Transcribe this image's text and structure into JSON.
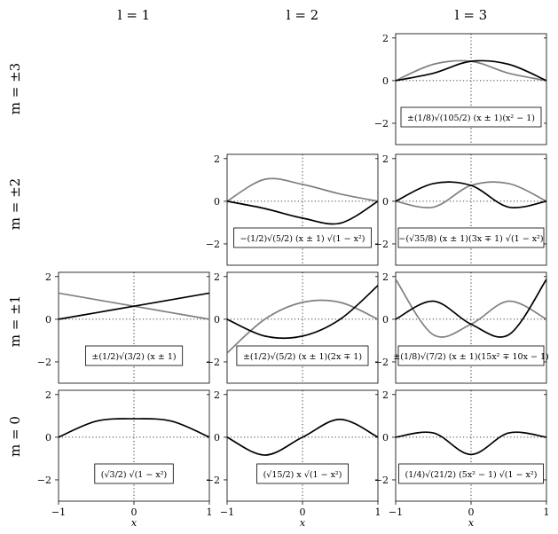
{
  "figure": {
    "column_headers": [
      "l = 1",
      "l = 2",
      "l = 3"
    ],
    "row_headers": [
      "m = ±3",
      "m = ±2",
      "m = ±1",
      "m = 0"
    ],
    "xlabel": "x",
    "colors": {
      "series_plus": "#000000",
      "series_minus": "#808080",
      "frame": "#000000",
      "reference": "#000000"
    }
  },
  "chart_data": [
    {
      "id": "l3m3",
      "l": 3,
      "m": 3,
      "type": "line",
      "x": [
        -1,
        -0.5,
        0,
        0.5,
        1
      ],
      "xlim": [
        -1,
        1
      ],
      "ylim": [
        -3,
        2.2
      ],
      "yticks": [
        -2,
        0,
        2
      ],
      "xticks": [],
      "grid": false,
      "formula": "±(1/8)√(105/2) (x ± 1)(x² − 1)",
      "series": [
        {
          "color": "#000000",
          "values": [
            0,
            0.345,
            0.906,
            0.765,
            0
          ]
        },
        {
          "color": "#808080",
          "values": [
            0,
            0.765,
            0.906,
            0.345,
            0
          ]
        }
      ]
    },
    {
      "id": "l2m2",
      "l": 2,
      "m": 2,
      "type": "line",
      "x": [
        -1,
        -0.5,
        0,
        0.5,
        1
      ],
      "xlim": [
        -1,
        1
      ],
      "ylim": [
        -3,
        2.2
      ],
      "yticks": [
        -2,
        0,
        2
      ],
      "xticks": [],
      "grid": false,
      "formula": "−(1/2)√(5/2) (x ± 1) √(1 − x²)",
      "series": [
        {
          "color": "#000000",
          "values": [
            0,
            -0.342,
            -0.79,
            -1.03,
            0
          ]
        },
        {
          "color": "#808080",
          "values": [
            0,
            1.03,
            0.79,
            0.342,
            0
          ]
        }
      ]
    },
    {
      "id": "l3m2",
      "l": 3,
      "m": 2,
      "type": "line",
      "x": [
        -1,
        -0.5,
        0,
        0.5,
        1
      ],
      "xlim": [
        -1,
        1
      ],
      "ylim": [
        -3,
        2.2
      ],
      "yticks": [
        -2,
        0,
        2
      ],
      "xticks": [],
      "grid": false,
      "formula": "−(√35/8) (x ± 1)(3x ∓ 1) √(1 − x²)",
      "series": [
        {
          "color": "#000000",
          "values": [
            0,
            0.829,
            0.74,
            -0.277,
            0
          ]
        },
        {
          "color": "#808080",
          "values": [
            0,
            -0.277,
            0.74,
            0.829,
            0
          ]
        }
      ]
    },
    {
      "id": "l1m1",
      "l": 1,
      "m": 1,
      "type": "line",
      "x": [
        -1,
        -0.5,
        0,
        0.5,
        1
      ],
      "xlim": [
        -1,
        1
      ],
      "ylim": [
        -3,
        2.2
      ],
      "yticks": [
        -2,
        0,
        2
      ],
      "xticks": [],
      "grid": false,
      "formula": "±(1/2)√(3/2) (x ± 1)",
      "series": [
        {
          "color": "#000000",
          "values": [
            0,
            0.306,
            0.612,
            0.919,
            1.225
          ]
        },
        {
          "color": "#808080",
          "values": [
            1.225,
            0.919,
            0.612,
            0.306,
            0
          ]
        }
      ]
    },
    {
      "id": "l2m1",
      "l": 2,
      "m": 1,
      "type": "line",
      "x": [
        -1,
        -0.5,
        0,
        0.5,
        1
      ],
      "xlim": [
        -1,
        1
      ],
      "ylim": [
        -3,
        2.2
      ],
      "yticks": [
        -2,
        0,
        2
      ],
      "xticks": [],
      "grid": false,
      "formula": "±(1/2)√(5/2) (x ± 1)(2x ∓ 1)",
      "series": [
        {
          "color": "#000000",
          "values": [
            0,
            -0.79,
            -0.79,
            0,
            1.581
          ]
        },
        {
          "color": "#808080",
          "values": [
            -1.581,
            0,
            0.79,
            0.79,
            0
          ]
        }
      ]
    },
    {
      "id": "l3m1",
      "l": 3,
      "m": 1,
      "type": "line",
      "x": [
        -1,
        -0.5,
        0,
        0.5,
        1
      ],
      "xlim": [
        -1,
        1
      ],
      "ylim": [
        -3,
        2.2
      ],
      "yticks": [
        -2,
        0,
        2
      ],
      "xticks": [],
      "grid": false,
      "formula": "±(1/8)√(7/2) (x ± 1)(15x² ∓ 10x − 1)",
      "series": [
        {
          "color": "#000000",
          "values": [
            0,
            0.847,
            -0.234,
            -0.729,
            1.871
          ]
        },
        {
          "color": "#808080",
          "values": [
            1.871,
            -0.729,
            -0.234,
            0.847,
            0
          ]
        }
      ]
    },
    {
      "id": "l1m0",
      "l": 1,
      "m": 0,
      "type": "line",
      "x": [
        -1,
        -0.5,
        0,
        0.5,
        1
      ],
      "xlim": [
        -1,
        1
      ],
      "ylim": [
        -3,
        2.2
      ],
      "yticks": [
        -2,
        0,
        2
      ],
      "xticks": [
        -1,
        0,
        1
      ],
      "xlabel": "x",
      "grid": false,
      "formula": "(√3/2) √(1 − x²)",
      "series": [
        {
          "color": "#000000",
          "values": [
            0,
            0.75,
            0.866,
            0.75,
            0
          ]
        }
      ]
    },
    {
      "id": "l2m0",
      "l": 2,
      "m": 0,
      "type": "line",
      "x": [
        -1,
        -0.5,
        0,
        0.5,
        1
      ],
      "xlim": [
        -1,
        1
      ],
      "ylim": [
        -3,
        2.2
      ],
      "yticks": [
        -2,
        0,
        2
      ],
      "xticks": [
        -1,
        0,
        1
      ],
      "xlabel": "x",
      "grid": false,
      "formula": "(√15/2) x √(1 − x²)",
      "series": [
        {
          "color": "#000000",
          "values": [
            0,
            -0.839,
            0,
            0.839,
            0
          ]
        }
      ]
    },
    {
      "id": "l3m0",
      "l": 3,
      "m": 0,
      "type": "line",
      "x": [
        -1,
        -0.5,
        0,
        0.5,
        1
      ],
      "xlim": [
        -1,
        1
      ],
      "ylim": [
        -3,
        2.2
      ],
      "yticks": [
        -2,
        0,
        2
      ],
      "xticks": [
        -1,
        0,
        1
      ],
      "xlabel": "x",
      "grid": false,
      "formula": "(1/4)√(21/2) (5x² − 1) √(1 − x²)",
      "series": [
        {
          "color": "#000000",
          "values": [
            0,
            0.202,
            -0.81,
            0.202,
            0
          ]
        }
      ]
    }
  ]
}
